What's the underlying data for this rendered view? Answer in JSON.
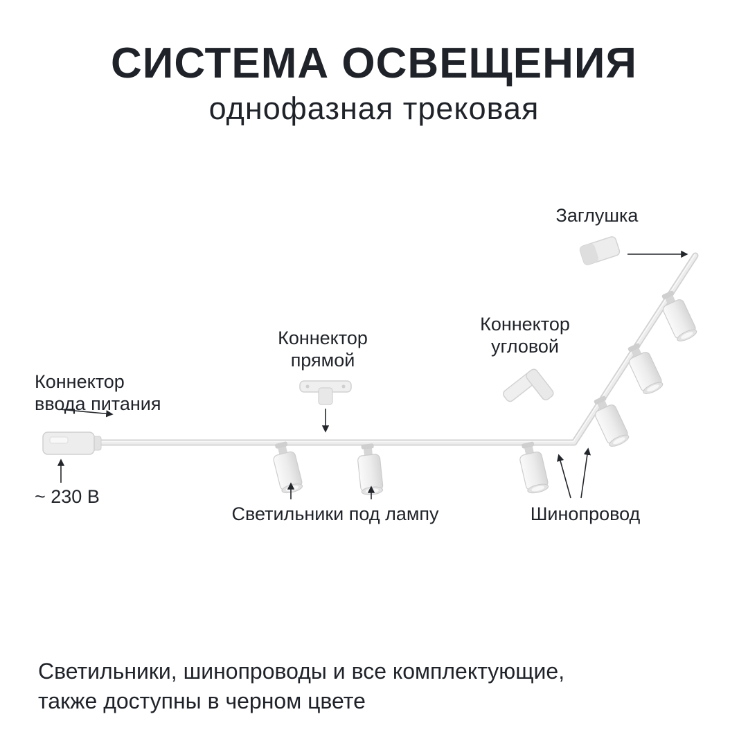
{
  "colors": {
    "text": "#1f2329",
    "arrow": "#23262b",
    "track_fill": "#ececec",
    "track_edge": "#d2d2d2",
    "component_fill": "#efefef",
    "component_edge": "#d2d2d2"
  },
  "header": {
    "title": "СИСТЕМА ОСВЕЩЕНИЯ",
    "subtitle": "однофазная трековая"
  },
  "diagram": {
    "labels": {
      "end_cap": "Заглушка",
      "corner_connector": "Коннектор\nугловой",
      "straight_connector": "Коннектор\nпрямой",
      "power_input": "Коннектор\nввода питания",
      "voltage": "~ 230 В",
      "fixtures": "Светильники под лампу",
      "track": "Шинопровод"
    }
  },
  "footer": {
    "note": "Светильники, шинопроводы и все комплектующие,\nтакже доступны в черном цвете"
  }
}
